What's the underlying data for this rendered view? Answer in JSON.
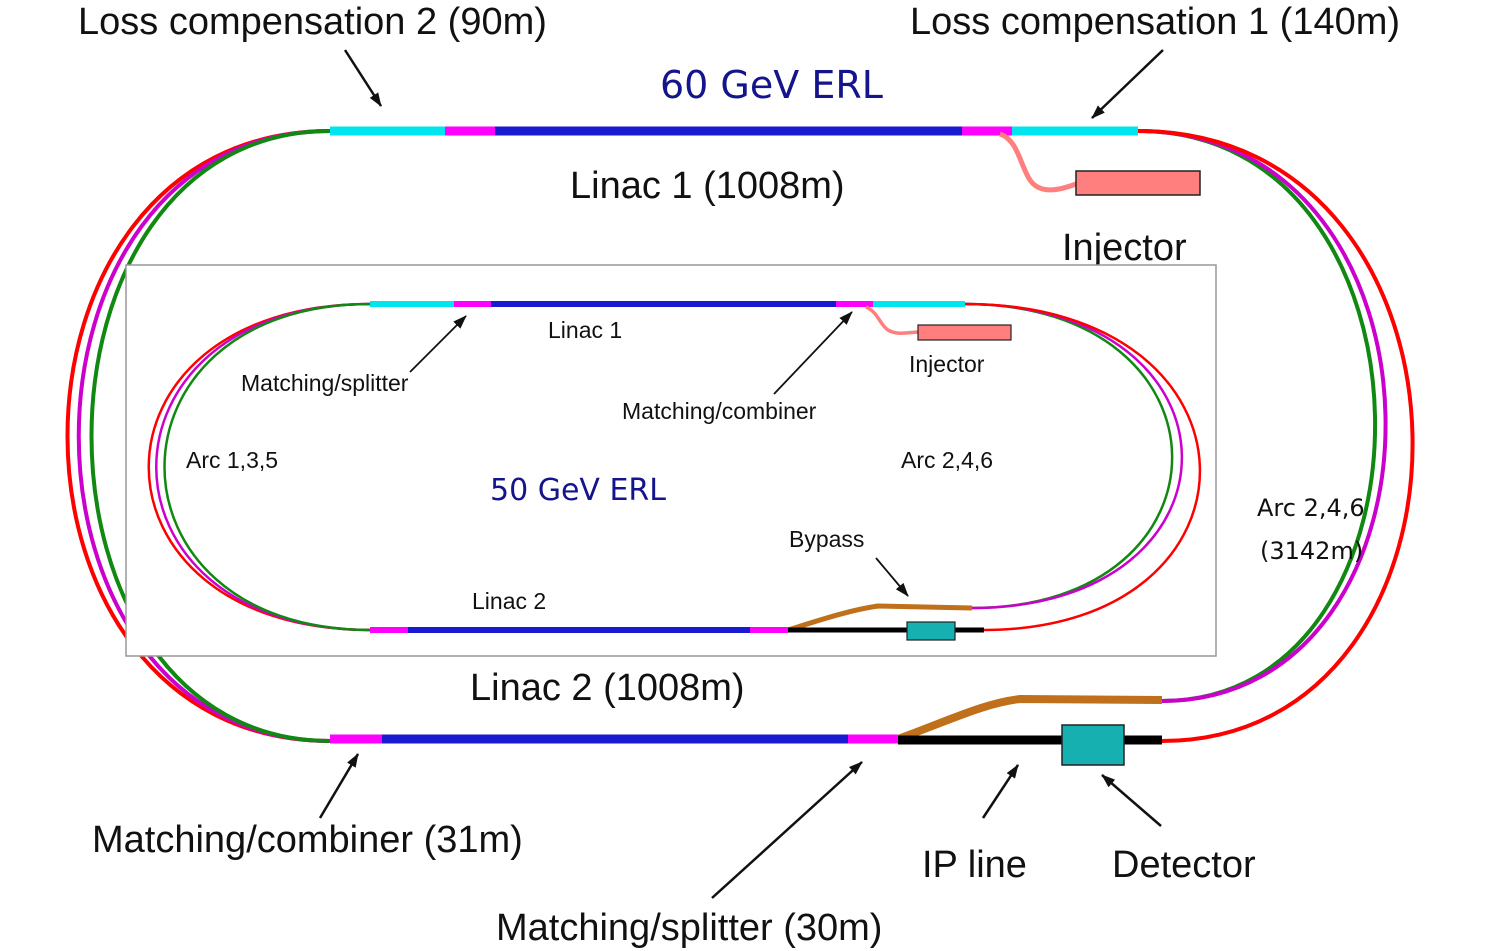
{
  "colors": {
    "red": "#ff0000",
    "magenta": "#cc00cc",
    "green": "#118811",
    "linac": "#1a1ad0",
    "matching": "#ff00ff",
    "loss_compensation": "#00e5ee",
    "injector": "#ff7f7f",
    "bypass": "#c0701a",
    "ip_line": "#000000",
    "detector": "#16b0b0",
    "erl_label": "#14148c"
  },
  "outer": {
    "erl_label": "60 GeV ERL",
    "linac1": "Linac 1 (1008m)",
    "linac2": "Linac 2 (1008m)",
    "injector": "Injector",
    "loss_comp_1": "Loss compensation 1 (140m)",
    "loss_comp_2": "Loss compensation 2 (90m)",
    "matching_combiner": "Matching/combiner (31m)",
    "matching_splitter": "Matching/splitter (30m)",
    "ip_line": "IP line",
    "detector": "Detector",
    "arc_right_line1": "Arc 2,4,6",
    "arc_right_line2": "(3142m)"
  },
  "inset": {
    "erl_label": "50 GeV ERL",
    "linac1": "Linac 1",
    "linac2": "Linac 2",
    "injector": "Injector",
    "matching_splitter": "Matching/splitter",
    "matching_combiner": "Matching/combiner",
    "arc_left": "Arc 1,3,5",
    "arc_right": "Arc 2,4,6",
    "bypass": "Bypass"
  }
}
